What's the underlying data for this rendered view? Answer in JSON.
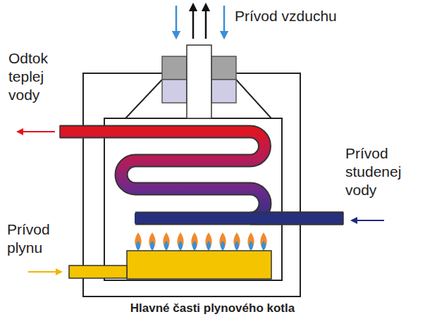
{
  "diagram": {
    "caption": "Hlavné časti plynového kotla",
    "labels": [
      "Prívod vzduchu",
      "Odtok teplej vody",
      "Prívod studenej vody",
      "Prívod plynu"
    ]
  }
}
